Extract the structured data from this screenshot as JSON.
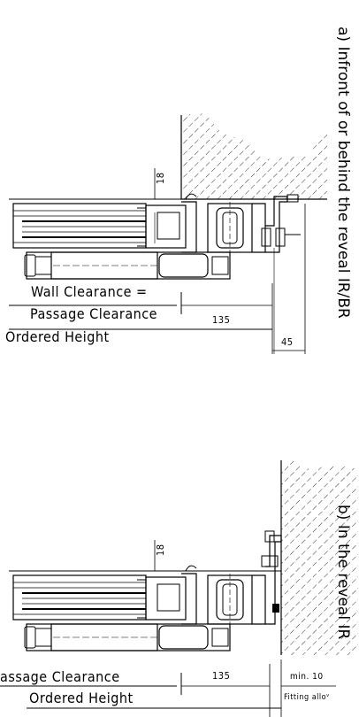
{
  "section_a": {
    "title": "a) Infront of or behind the reveal IR/BR",
    "dim_top": "18",
    "label_wall": "Wall Clearance =",
    "label_passage": "Passage Clearance",
    "label_height": "Ordered Height",
    "dim_135": "135",
    "dim_45": "45"
  },
  "section_b": {
    "title": "b) In the reveal IR",
    "dim_top": "18",
    "label_passage": "assage Clearance",
    "label_height": "Ordered Height",
    "dim_135": "135",
    "dim_min": "min. 10",
    "label_fitting": "Fitting alloᵛ"
  }
}
